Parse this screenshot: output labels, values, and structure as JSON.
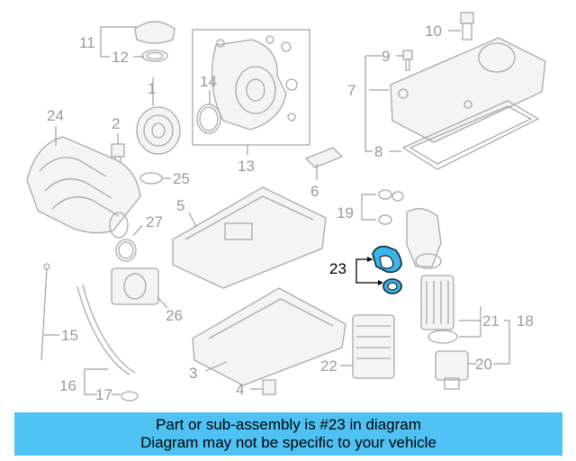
{
  "callouts": {
    "c1": "1",
    "c2": "2",
    "c3": "3",
    "c4": "4",
    "c5": "5",
    "c6": "6",
    "c7": "7",
    "c8": "8",
    "c9": "9",
    "c10": "10",
    "c11": "11",
    "c12": "12",
    "c13": "13",
    "c14": "14",
    "c15": "15",
    "c16": "16",
    "c17": "17",
    "c18": "18",
    "c19": "19",
    "c20": "20",
    "c21": "21",
    "c22": "22",
    "c23": "23",
    "c24": "24",
    "c25": "25",
    "c26": "26",
    "c27": "27"
  },
  "highlight": {
    "callout": "c23",
    "color": "#3db3e8"
  },
  "banner": {
    "line1": "Part or sub-assembly is #23 in diagram",
    "line2": "Diagram may not be specific to your vehicle",
    "color": "#4fc1f2"
  }
}
